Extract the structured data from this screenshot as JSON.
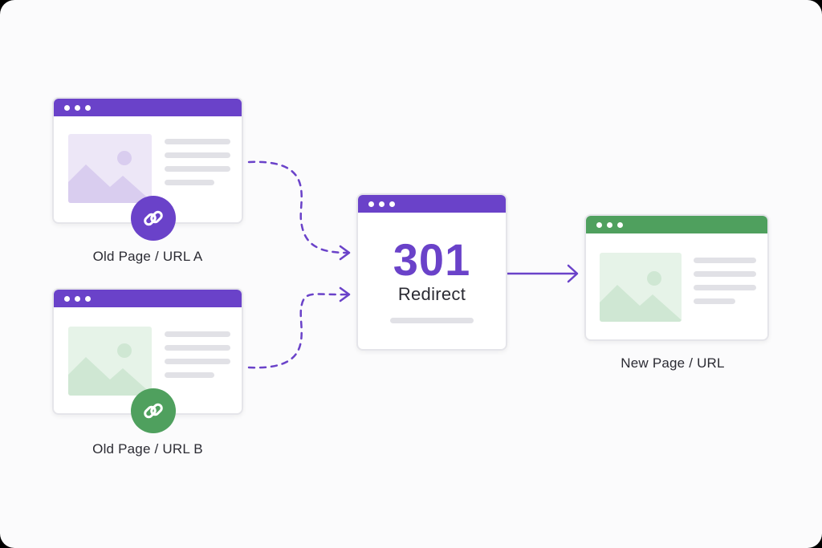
{
  "old_page_a": {
    "label": "Old Page / URL A"
  },
  "old_page_b": {
    "label": "Old Page / URL B"
  },
  "redirect": {
    "code": "301",
    "text": "Redirect"
  },
  "new_page": {
    "label": "New Page / URL"
  },
  "colors": {
    "purple": "#6a42c9",
    "green": "#4fa05e",
    "purple_image": "#e9e2f5",
    "green_image": "#e2f1e4",
    "gray_line": "#e1e1e6"
  },
  "icons": {
    "badge_a": "link-icon",
    "badge_b": "link-icon"
  }
}
